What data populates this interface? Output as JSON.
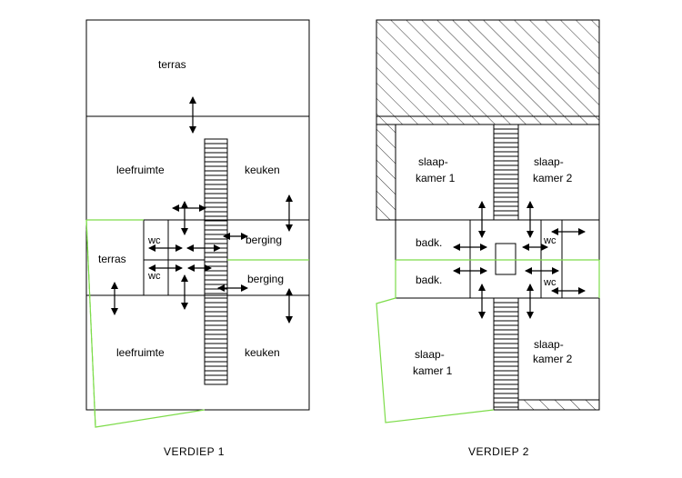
{
  "floor1": {
    "title": "VERDIEP 1",
    "upper": {
      "terras": "terras",
      "leefruimte": "leefruimte",
      "keuken": "keuken",
      "wc": "wc",
      "berging": "berging"
    },
    "lower": {
      "terras": "terras",
      "wc": "wc",
      "berging": "berging",
      "leefruimte": "leefruimte",
      "keuken": "keuken"
    }
  },
  "floor2": {
    "title": "VERDIEP 2",
    "upper": {
      "slaapkamer1": [
        "slaap-",
        "kamer 1"
      ],
      "slaapkamer2": [
        "slaap-",
        "kamer 2"
      ],
      "badk": "badk.",
      "wc": "wc"
    },
    "lower": {
      "badk": "badk.",
      "wc": "wc",
      "slaapkamer1": [
        "slaap-",
        "kamer 1"
      ],
      "slaapkamer2": [
        "slaap-",
        "kamer 2"
      ]
    }
  },
  "colors": {
    "line": "#000000",
    "green": "#7ddc4a",
    "hatch": "#000000"
  }
}
